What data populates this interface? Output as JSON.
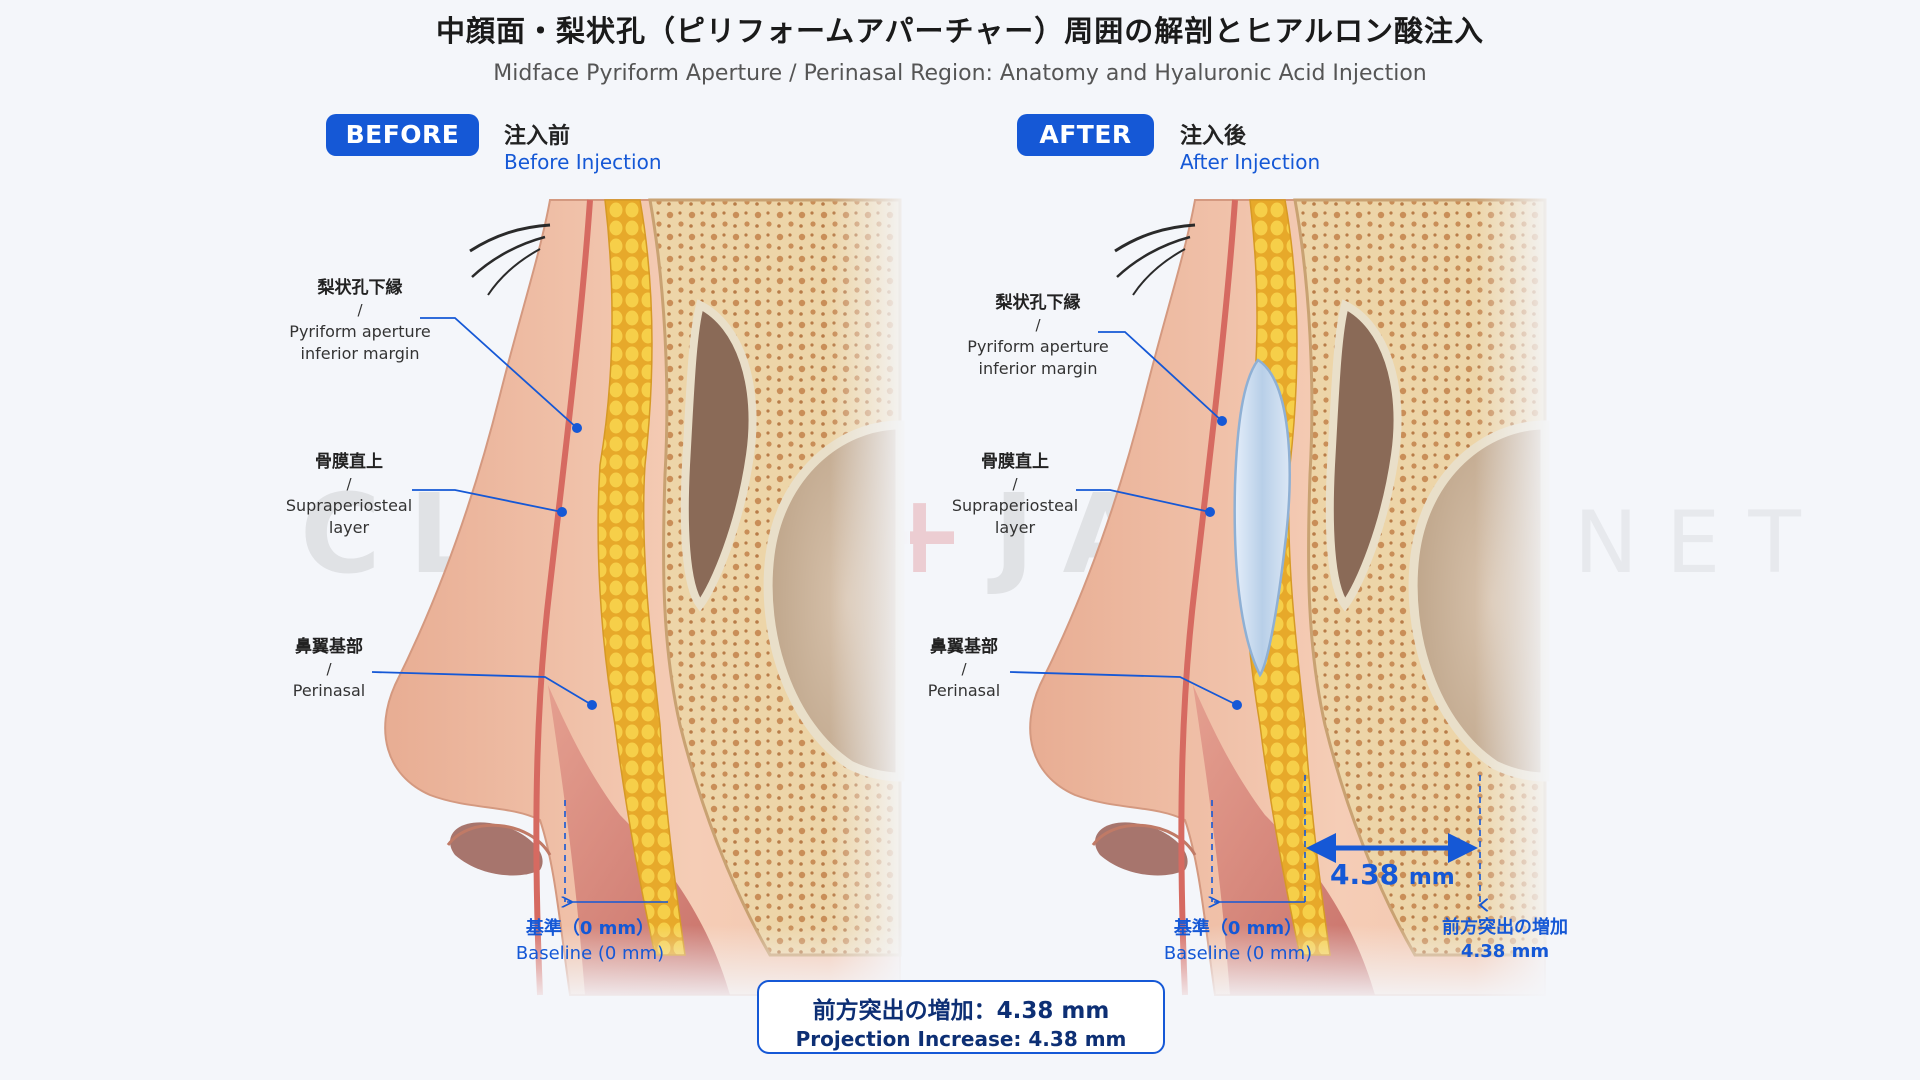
{
  "title": {
    "jp": "中顔面・梨状孔（ピリフォームアパーチャー）周囲の解剖とヒアルロン酸注入",
    "en": "Midface Pyriform Aperture / Perinasal Region: Anatomy and Hyaluronic Acid Injection"
  },
  "before": {
    "badge": "BEFORE",
    "jp": "注入前",
    "en": "Before Injection",
    "labels": {
      "pyriform": {
        "jp": "梨状孔下縁",
        "slash": "/",
        "en1": "Pyriform aperture",
        "en2": "inferior margin"
      },
      "supra": {
        "jp": "骨膜直上",
        "slash": "/",
        "en1": "Supraperiosteal",
        "en2": "layer"
      },
      "perinasal": {
        "jp": "鼻翼基部",
        "slash": "/",
        "en1": "Perinasal"
      }
    },
    "baseline": {
      "jp": "基準（0 mm）",
      "en": "Baseline (0 mm)"
    }
  },
  "after": {
    "badge": "AFTER",
    "jp": "注入後",
    "en": "After Injection",
    "labels": {
      "pyriform": {
        "jp": "梨状孔下縁",
        "slash": "/",
        "en1": "Pyriform aperture",
        "en2": "inferior margin"
      },
      "supra": {
        "jp": "骨膜直上",
        "slash": "/",
        "en1": "Supraperiosteal",
        "en2": "layer"
      },
      "perinasal": {
        "jp": "鼻翼基部",
        "slash": "/",
        "en1": "Perinasal"
      }
    },
    "baseline": {
      "jp": "基準（0 mm）",
      "en": "Baseline (0 mm)"
    },
    "measure": {
      "value": "4.38",
      "unit": "mm"
    },
    "increase": {
      "jp": "前方突出の増加",
      "value": "4.38 mm"
    }
  },
  "summary": {
    "jp": "前方突出の増加：4.38 mm",
    "en": "Projection Increase: 4.38 mm"
  },
  "watermark": {
    "main": "CLINIC",
    "plus": "+",
    "main2": "JAPAN",
    "suffix": "NET"
  },
  "colors": {
    "accent": "#1558d6",
    "skin": "#f2c7ae",
    "bone": "#efd9b0",
    "fat": "#f0c030",
    "filler": "#c9dbee",
    "muscle": "#d77f78"
  }
}
